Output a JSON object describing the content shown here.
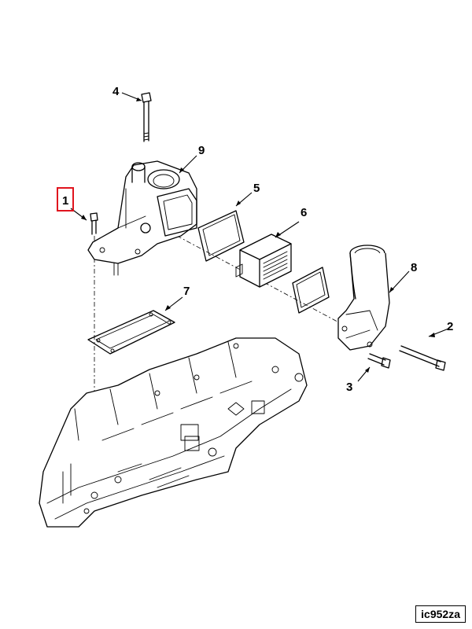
{
  "callouts": [
    {
      "id": "1",
      "text": "1",
      "highlighted": true
    },
    {
      "id": "2",
      "text": "2"
    },
    {
      "id": "3",
      "text": "3"
    },
    {
      "id": "4",
      "text": "4"
    },
    {
      "id": "5",
      "text": "5"
    },
    {
      "id": "6",
      "text": "6"
    },
    {
      "id": "7",
      "text": "7"
    },
    {
      "id": "8",
      "text": "8"
    },
    {
      "id": "9",
      "text": "9"
    }
  ],
  "figure_code": "ic952za",
  "colors": {
    "line": "#000000",
    "highlight": "#e0141e",
    "background": "#ffffff"
  }
}
